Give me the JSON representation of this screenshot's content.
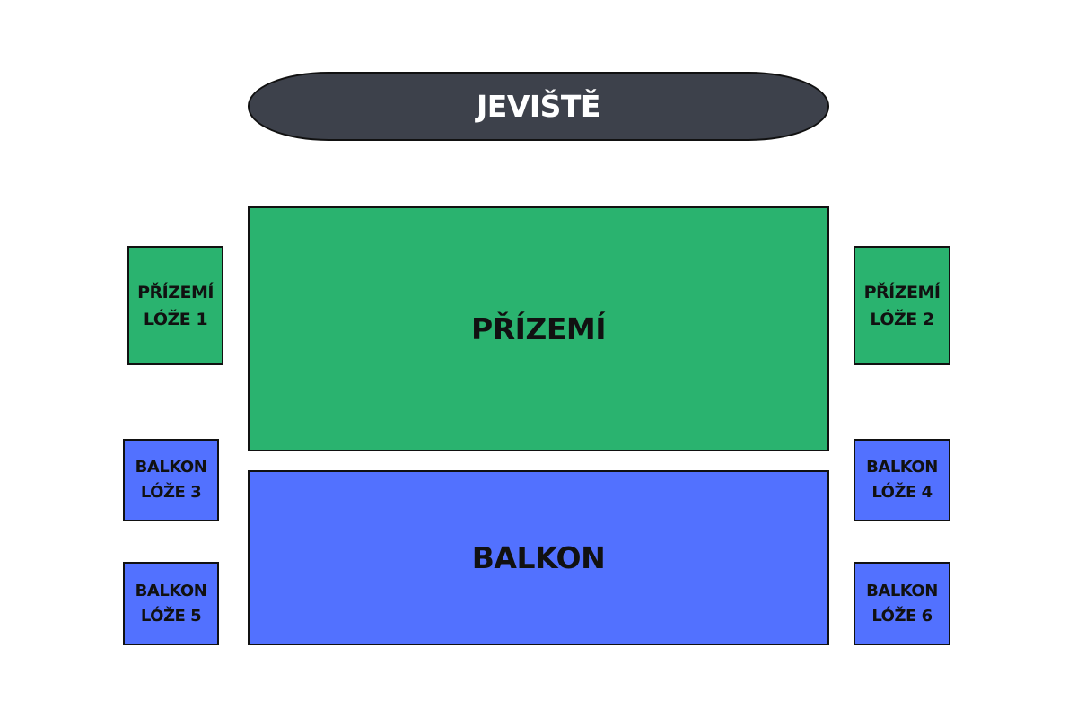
{
  "colors": {
    "stage": "#3d414b",
    "ground": "#2ab36f",
    "balcony": "#5271ff"
  },
  "stage": {
    "label": "JEVIŠTĚ"
  },
  "sections": {
    "prizemi": {
      "label": "PŘÍZEMÍ"
    },
    "balkon": {
      "label": "BALKON"
    }
  },
  "boxes": [
    {
      "line1": "PŘÍZEMÍ",
      "line2": "LÓŽE 1"
    },
    {
      "line1": "PŘÍZEMÍ",
      "line2": "LÓŽE 2"
    },
    {
      "line1": "BALKON",
      "line2": "LÓŽE 3"
    },
    {
      "line1": "BALKON",
      "line2": "LÓŽE 4"
    },
    {
      "line1": "BALKON",
      "line2": "LÓŽE 5"
    },
    {
      "line1": "BALKON",
      "line2": "LÓŽE 6"
    }
  ]
}
